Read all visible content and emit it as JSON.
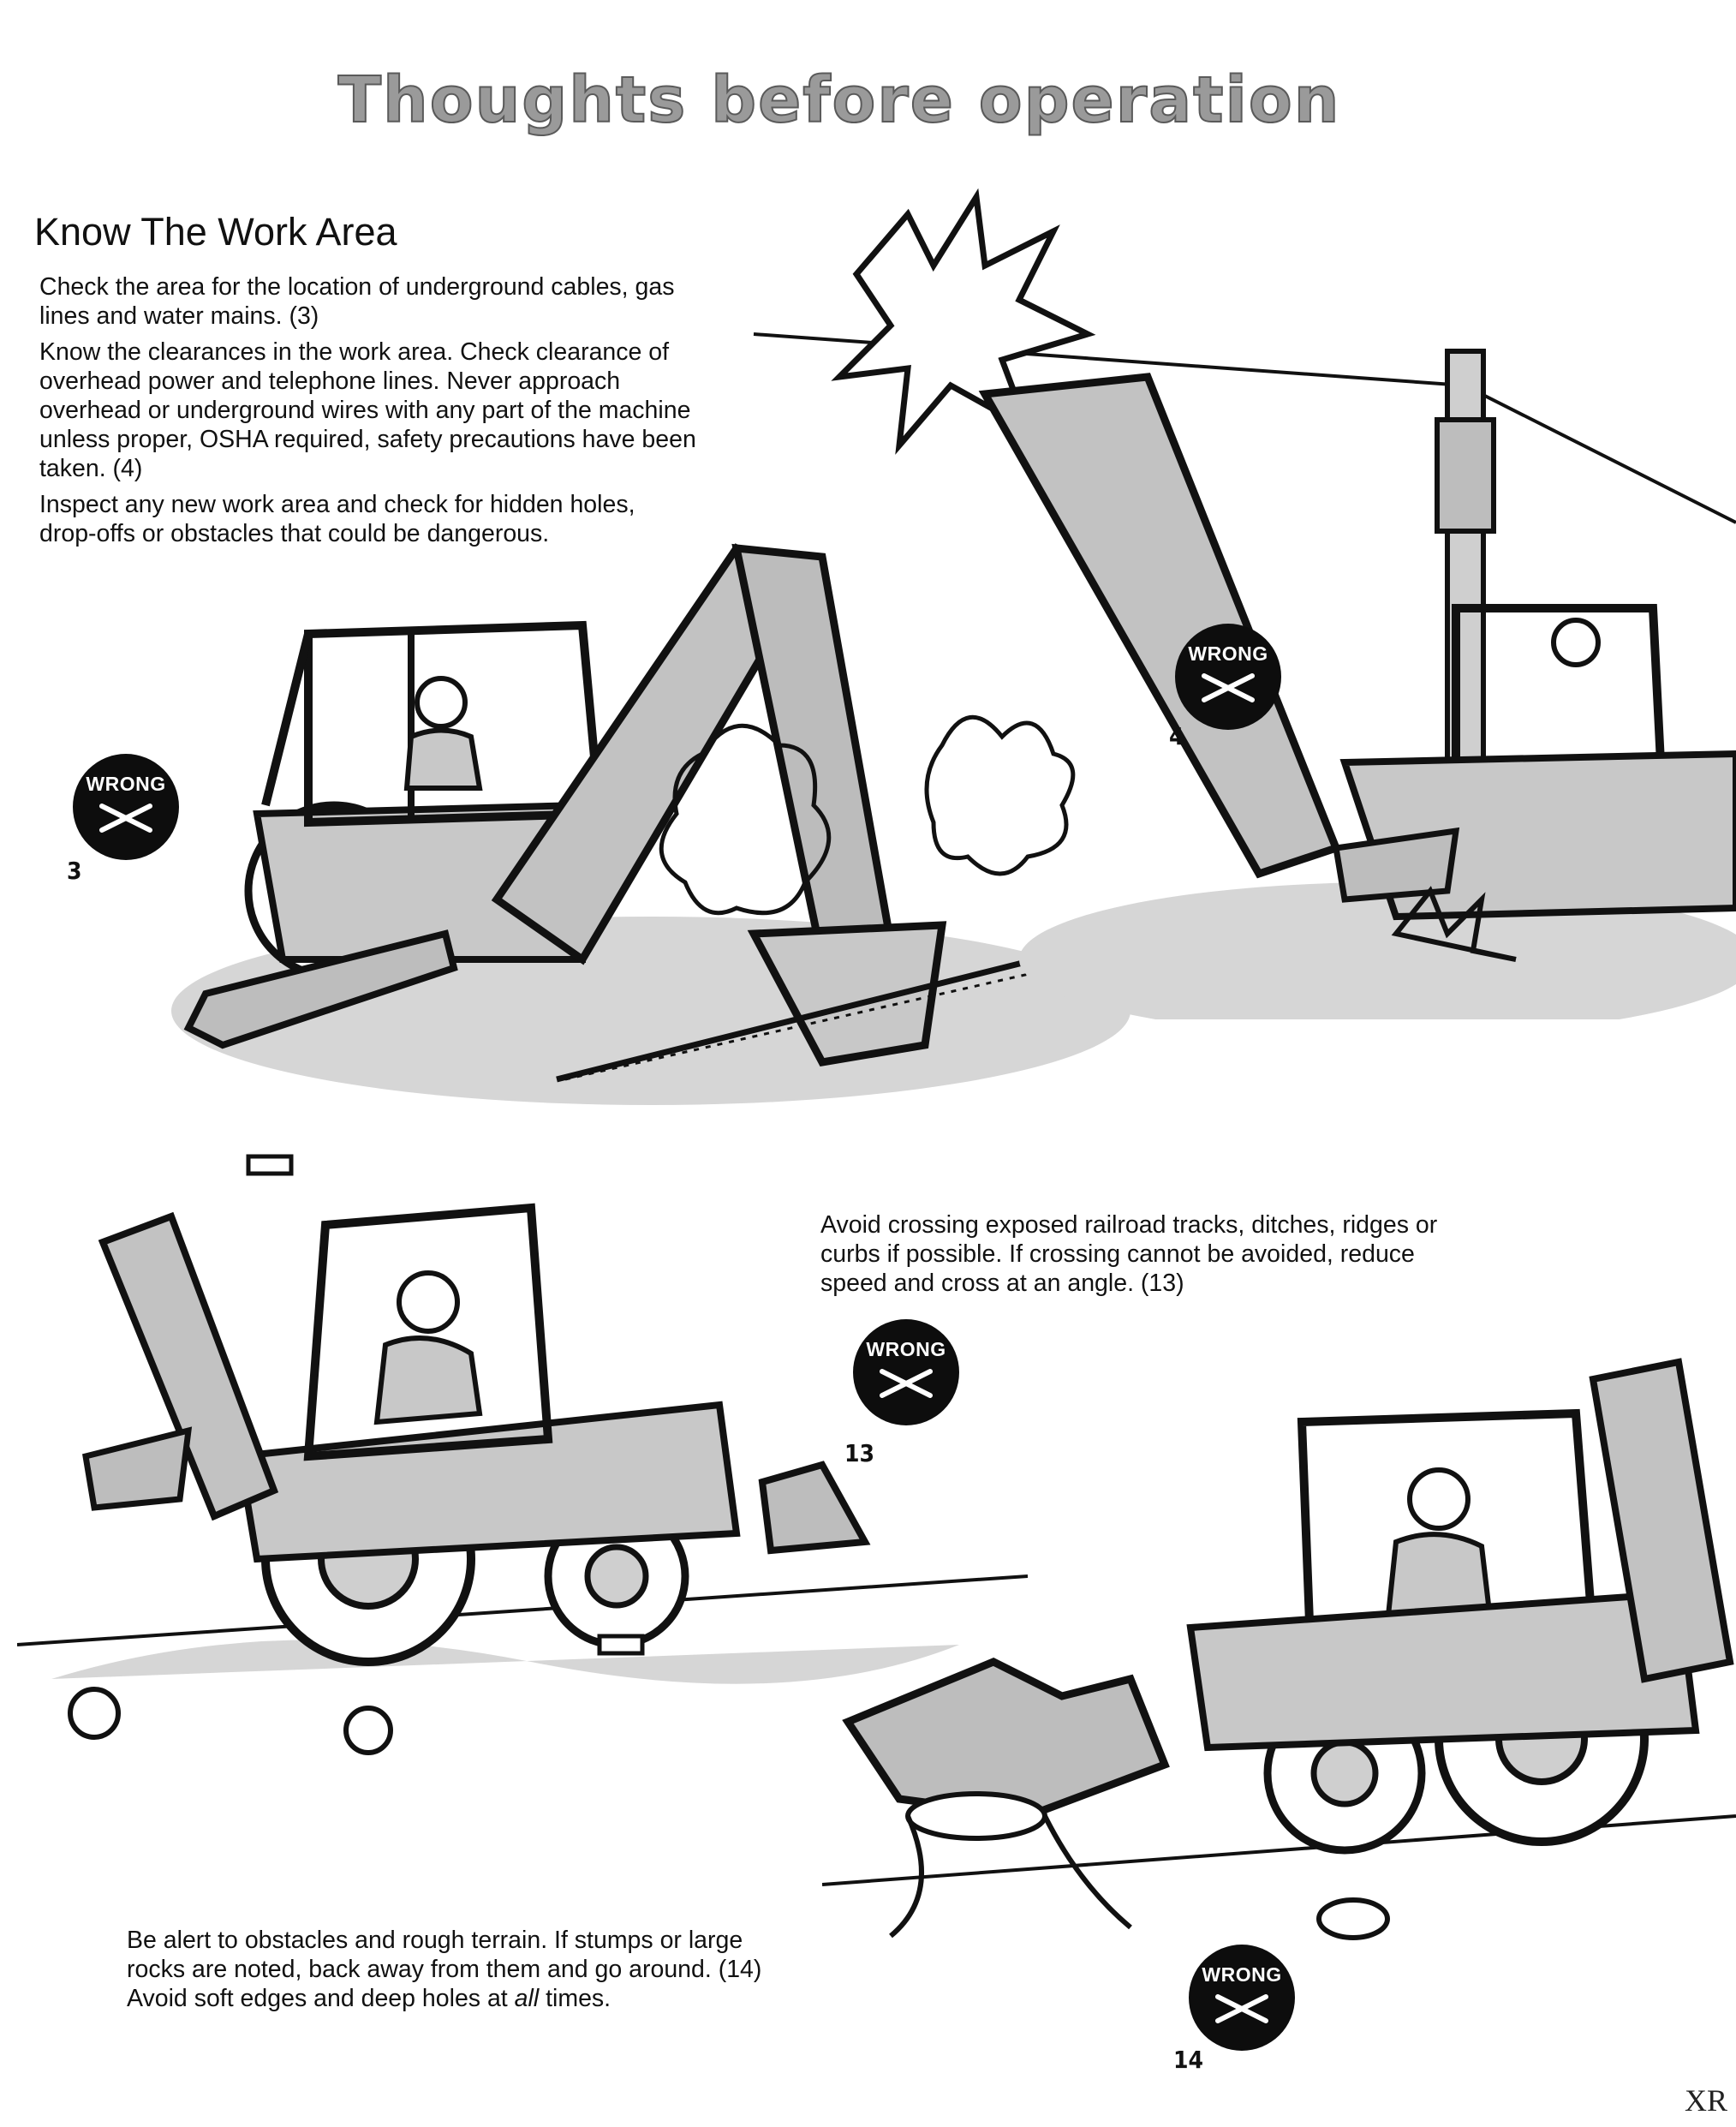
{
  "page": {
    "title": "Thoughts before operation",
    "heading": "Know The Work Area",
    "paragraphs": {
      "underground": "Check the area for the location of underground cables, gas lines and water mains. (3)",
      "clearances": "Know the clearances in the work area. Check clearance of overhead power and telephone lines. Never approach overhead or underground wires with any part of the machine unless proper, OSHA required, safety precautions have been taken. (4)",
      "inspect": "Inspect any new work area and check for hidden holes, drop-offs or obstacles that could be dangerous.",
      "crossing": "Avoid crossing exposed railroad tracks, ditches, ridges or curbs if possible. If crossing cannot be avoided, reduce speed and cross at an angle. (13)",
      "obstacles_lead": "Be alert to obstacles and rough terrain. If stumps or large rocks are noted, back away from them and go around. (14) Avoid soft edges and deep holes at ",
      "obstacles_emph": "all",
      "obstacles_tail": " times."
    }
  },
  "figures": [
    {
      "id": "3",
      "number": "3",
      "badge": "WRONG"
    },
    {
      "id": "4",
      "number": "4",
      "badge": "WRONG"
    },
    {
      "id": "13",
      "number": "13",
      "badge": "WRONG"
    },
    {
      "id": "14",
      "number": "14",
      "badge": "WRONG"
    }
  ],
  "watermark": "XR",
  "colors": {
    "ink": "#111111",
    "shade": "#b5b5b5",
    "badge": "#0d0d0d",
    "title_fill": "#9a9a9a"
  }
}
